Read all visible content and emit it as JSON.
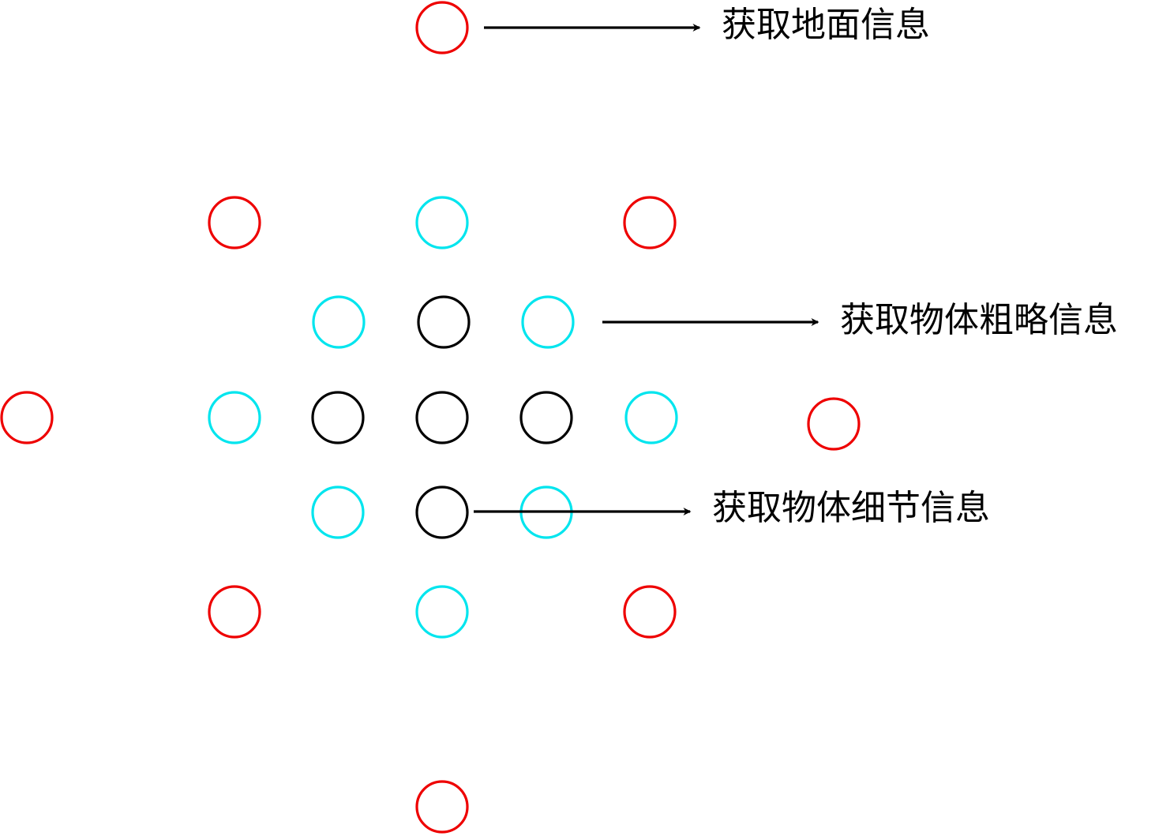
{
  "colors": {
    "ground": "#ee0000",
    "coarse": "#00e5ee",
    "detail": "#000000",
    "arrow": "#000000"
  },
  "labels": {
    "ground_info": "获取地面信息",
    "coarse_info": "获取物体粗略信息",
    "detail_info": "获取物体细节信息"
  }
}
